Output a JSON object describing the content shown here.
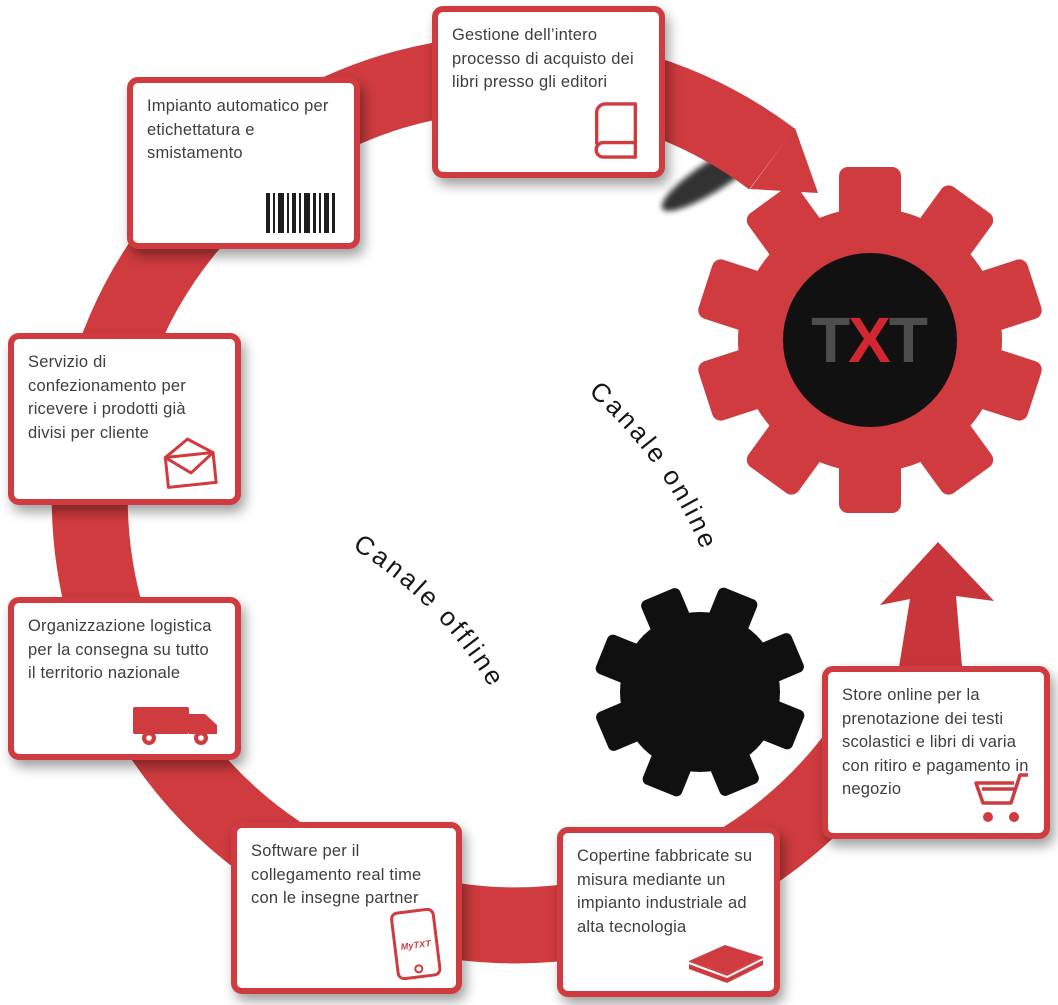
{
  "labels": {
    "canale_online": "Canale online",
    "canale_offline": "Canale offline"
  },
  "logo": {
    "t1": "T",
    "x": "X",
    "t2": "T"
  },
  "boxes": [
    {
      "text": "Gestione dell’intero processo di acquisto dei libri presso gli editori",
      "icon": "book-outline-icon"
    },
    {
      "text": "Impianto automatico per etichettatura e smistamento",
      "icon": "barcode-icon"
    },
    {
      "text": "Servizio di confezionamento per ricevere i prodotti già divisi per cliente",
      "icon": "envelope-icon"
    },
    {
      "text": "Organizzazione logistica per la consegna su tutto il territorio nazionale",
      "icon": "truck-icon"
    },
    {
      "text": "Software per il collegamento real time con le insegne partner",
      "icon": "tablet-icon",
      "device_label": "MyTXT"
    },
    {
      "text": "Copertine fabbricate su misura mediante un impianto industriale ad alta tecnologia",
      "icon": "book-solid-icon"
    },
    {
      "text": "Store online per la prenotazione dei testi scolastici e libri di varia con ritiro e pagamento in negozio",
      "icon": "cart-icon"
    }
  ],
  "colors": {
    "accent_red": "#cf3b3e",
    "logo_x_red": "#d02730",
    "gear_center_black": "#111111",
    "logo_t_gray": "#4d4d4d",
    "box_text": "#3e3e3e"
  }
}
